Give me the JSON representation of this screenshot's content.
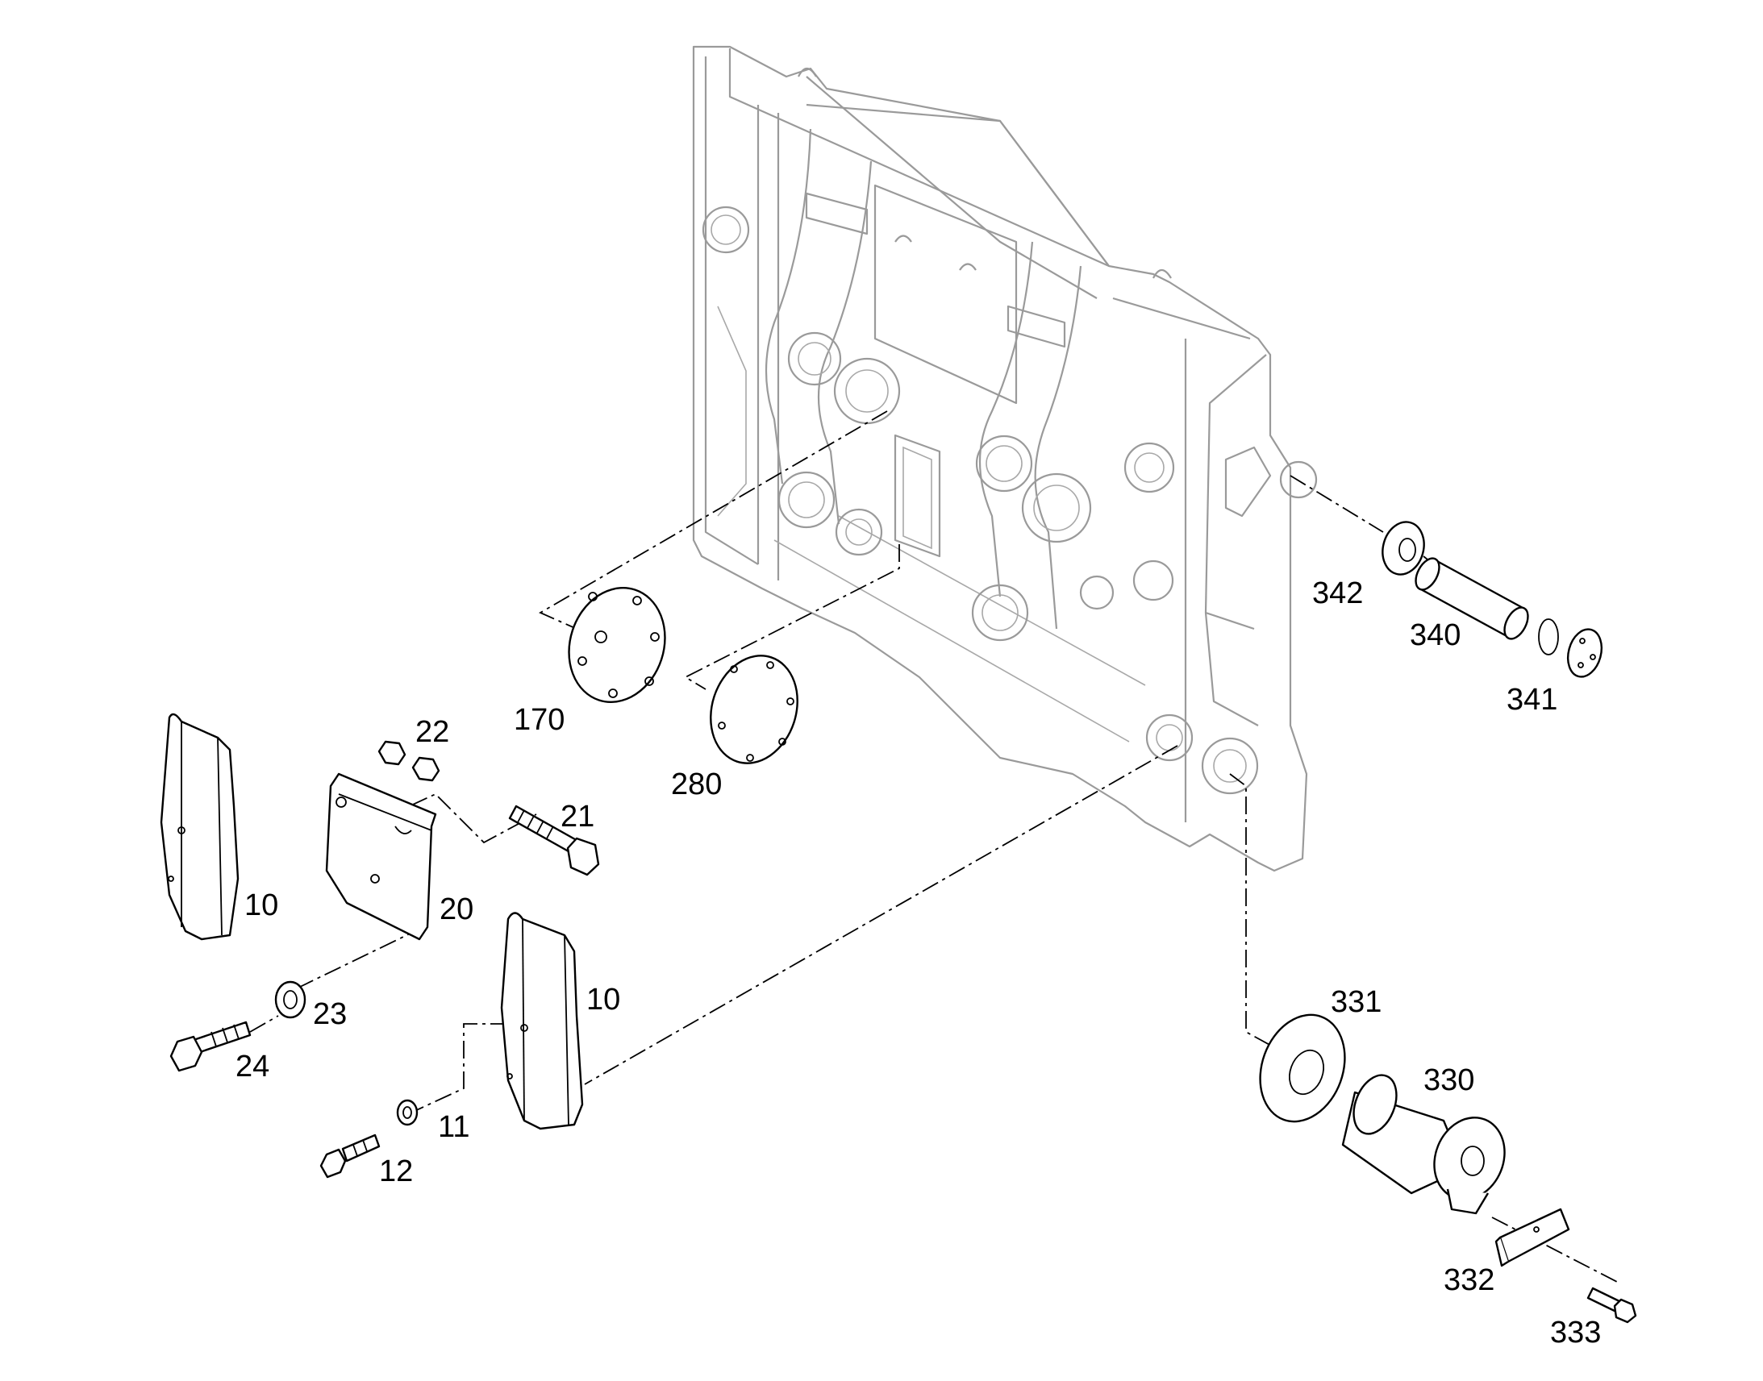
{
  "diagram": {
    "callouts": [
      {
        "id": "c10a",
        "label": "10"
      },
      {
        "id": "c20",
        "label": "20"
      },
      {
        "id": "c22",
        "label": "22"
      },
      {
        "id": "c21",
        "label": "21"
      },
      {
        "id": "c23",
        "label": "23"
      },
      {
        "id": "c24",
        "label": "24"
      },
      {
        "id": "c10b",
        "label": "10"
      },
      {
        "id": "c11",
        "label": "11"
      },
      {
        "id": "c12",
        "label": "12"
      },
      {
        "id": "c170",
        "label": "170"
      },
      {
        "id": "c280",
        "label": "280"
      },
      {
        "id": "c342",
        "label": "342"
      },
      {
        "id": "c340",
        "label": "340"
      },
      {
        "id": "c341",
        "label": "341"
      },
      {
        "id": "c331",
        "label": "331"
      },
      {
        "id": "c330",
        "label": "330"
      },
      {
        "id": "c332",
        "label": "332"
      },
      {
        "id": "c333",
        "label": "333"
      }
    ]
  }
}
